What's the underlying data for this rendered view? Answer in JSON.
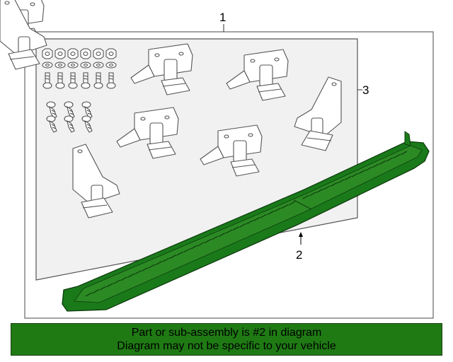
{
  "diagram": {
    "callouts": {
      "assembly": "1",
      "running_board": "2",
      "brackets_hardware": "3"
    },
    "colors": {
      "part_highlight": "#1a7a1a",
      "part_highlight_dark": "#0d4d0d",
      "panel_fill": "#f1f1f1",
      "outline": "#555555"
    }
  },
  "banner": {
    "line1": "Part or sub-assembly is #2 in diagram",
    "line2": "Diagram may not be specific to your vehicle",
    "background": "#1f7a14"
  }
}
